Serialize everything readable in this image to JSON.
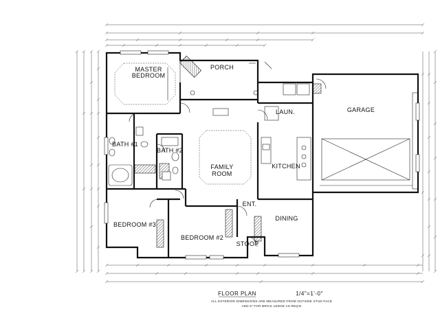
{
  "rooms": {
    "master_bedroom_1": "MASTER",
    "master_bedroom_2": "BEDROOM",
    "porch": "PORCH",
    "bath1": "BATH #1",
    "bath2": "BATH #2",
    "family_room_1": "FAMILY",
    "family_room_2": "ROOM",
    "laundry": "LAUN.",
    "kitchen": "KITCHEN",
    "garage": "GARAGE",
    "bedroom3": "BEDROOM #3",
    "bedroom2": "BEDROOM #2",
    "entry": "ENT.",
    "dining": "DINING",
    "stoop": "STOOP"
  },
  "caption": {
    "title": "FLOOR PLAN",
    "scale": "1/4\"=1'-0\"",
    "note_line1": "ALL EXTERIOR DIMENSIONS ARE MEASURED FROM OUTSIDE STUD FACE",
    "note_line2": "ADD 5\" FOR BRICK LEDGE AS REQ'D"
  }
}
